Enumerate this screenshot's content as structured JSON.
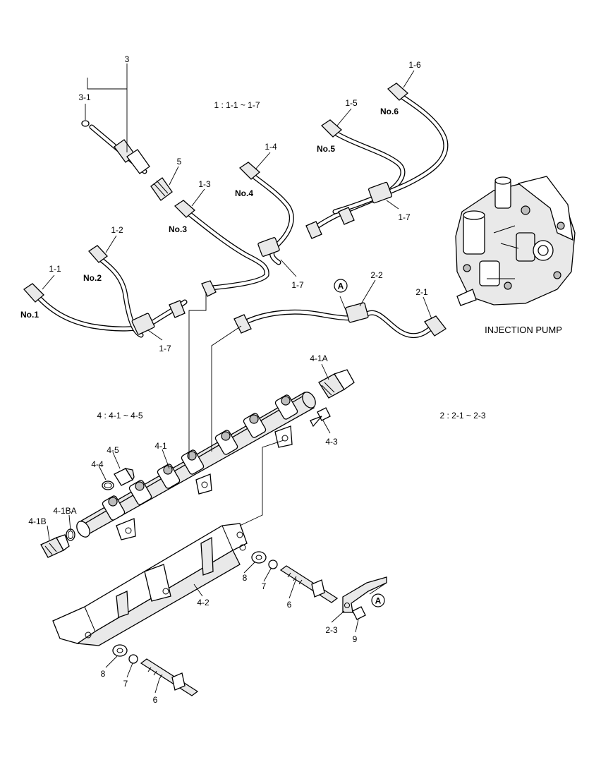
{
  "labels": {
    "l3": "3",
    "l3_1": "3-1",
    "l5": "5",
    "l1_3": "1-3",
    "no3": "No.3",
    "group1": "1 : 1-1 ~ 1-7",
    "l1_4": "1-4",
    "no4": "No.4",
    "l1_5": "1-5",
    "no5": "No.5",
    "l1_6": "1-6",
    "no6": "No.6",
    "l1_7_top": "1-7",
    "l1_2": "1-2",
    "no2": "No.2",
    "l1_1": "1-1",
    "no1": "No.1",
    "l1_7_mid": "1-7",
    "l1_7_low": "1-7",
    "marker_a1": "A",
    "l2_2": "2-2",
    "l2_1": "2-1",
    "injection_pump": "INJECTION PUMP",
    "l4_1a": "4-1A",
    "group4": "4 : 4-1 ~ 4-5",
    "group2": "2 : 2-1 ~ 2-3",
    "l4_3": "4-3",
    "l4_5": "4-5",
    "l4_1": "4-1",
    "l4_4": "4-4",
    "l4_1ba": "4-1BA",
    "l4_1b": "4-1B",
    "l8_a": "8",
    "l7_a": "7",
    "l6_a": "6",
    "marker_a2": "A",
    "l4_2": "4-2",
    "l2_3": "2-3",
    "l9": "9",
    "l8_b": "8",
    "l7_b": "7",
    "l6_b": "6"
  }
}
